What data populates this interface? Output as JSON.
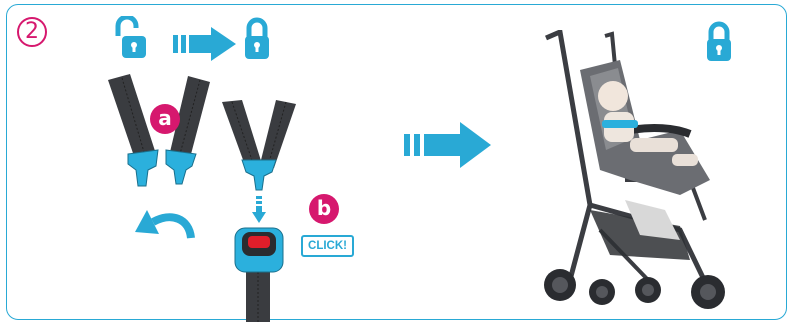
{
  "step": {
    "number": "2"
  },
  "labels": {
    "a": "a",
    "b": "b",
    "click": "CLICK!"
  },
  "icons": {
    "unlocked": "unlocked-padlock-icon",
    "locked": "locked-padlock-icon",
    "arrow": "right-arrow-icon",
    "rotate": "curved-arrow-icon",
    "down": "down-arrow-icon"
  },
  "colors": {
    "accent": "#29a9d5",
    "magenta": "#d6186e",
    "strap": "#3a3c40",
    "buckle": "#2bb0dd"
  }
}
